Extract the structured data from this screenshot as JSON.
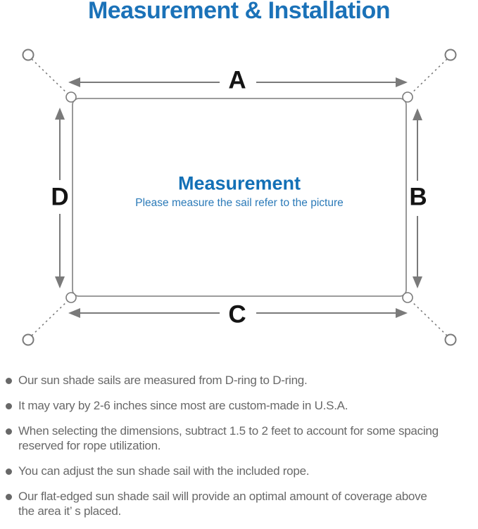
{
  "title": "Measurement & Installation",
  "diagram": {
    "label_a": "A",
    "label_b": "B",
    "label_c": "C",
    "label_d": "D",
    "center_title": "Measurement",
    "center_subtitle": "Please measure the sail refer to the picture",
    "colors": {
      "accent_blue": "#1b72b8",
      "subtitle_blue": "#2b7ab8",
      "line_gray": "#7a7a7a",
      "label_black": "#141414",
      "note_gray": "#686868"
    }
  },
  "notes": {
    "items": [
      {
        "lines": [
          "Our sun shade sails are measured from D-ring to D-ring."
        ]
      },
      {
        "lines": [
          "It may vary by 2-6 inches since most are custom-made in U.S.A."
        ]
      },
      {
        "lines": [
          "When selecting the dimensions, subtract 1.5 to 2 feet to account for some spacing",
          "reserved for rope utilization."
        ]
      },
      {
        "lines": [
          "You can adjust the sun shade sail with the included rope."
        ]
      },
      {
        "lines": [
          "Our flat-edged sun shade sail will provide an optimal amount of coverage above",
          "the area it’ s placed."
        ]
      }
    ]
  }
}
